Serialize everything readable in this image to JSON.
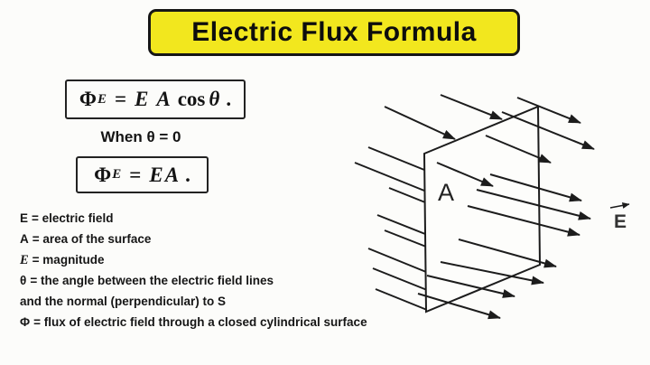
{
  "title": "Electric Flux Formula",
  "formulas": {
    "general": {
      "lhs_symbol": "Φ",
      "lhs_subscript": "E",
      "equals": "=",
      "terms": "E A",
      "cos_label": "cos",
      "theta": "θ",
      "period": "."
    },
    "condition": "When θ = 0",
    "special": {
      "lhs_symbol": "Φ",
      "lhs_subscript": "E",
      "equals": "=",
      "terms": "EA",
      "period": "."
    }
  },
  "definitions": [
    {
      "symbol": "E",
      "text": "= electric field"
    },
    {
      "symbol": "A",
      "text": "= area of the surface"
    },
    {
      "symbol": "E",
      "text": "= magnitude"
    },
    {
      "symbol": "θ",
      "text": "= the angle between the electric field lines"
    },
    {
      "symbol": "",
      "text": "and the normal (perpendicular) to S"
    },
    {
      "symbol": "Φ",
      "text": "= flux of electric field through a closed cylindrical surface"
    }
  ],
  "diagram": {
    "surface_label": "A",
    "field_vector_label": "E"
  },
  "colors": {
    "title_bg": "#f2e71e",
    "ink": "#1c1c1c",
    "background": "#fcfcfa"
  }
}
